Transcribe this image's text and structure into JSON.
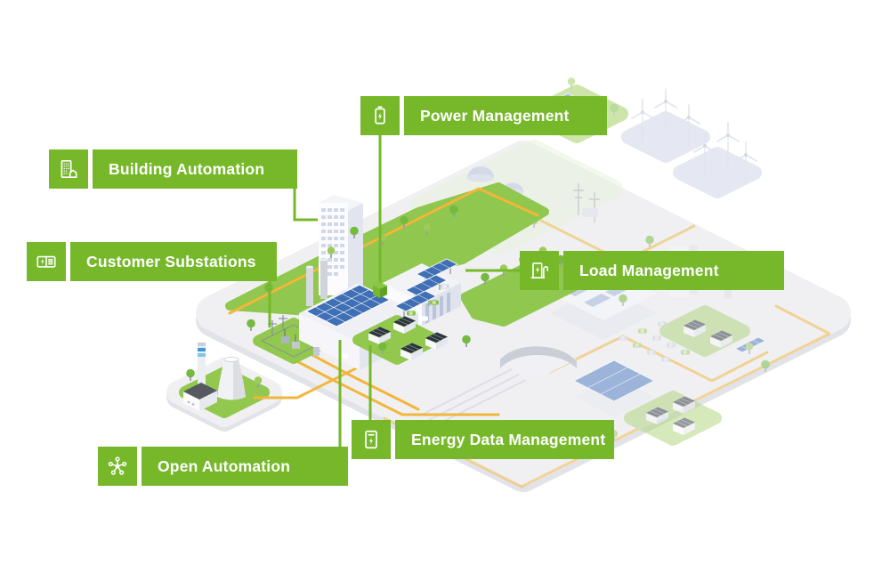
{
  "labels": {
    "power_management": {
      "text": "Power Management",
      "icon": "battery-charge-icon"
    },
    "building_automation": {
      "text": "Building Automation",
      "icon": "building-icon"
    },
    "customer_substations": {
      "text": "Customer Substations",
      "icon": "substation-meter-icon"
    },
    "load_management": {
      "text": "Load Management",
      "icon": "ev-charger-icon"
    },
    "energy_data_management": {
      "text": "Energy Data Management",
      "icon": "energy-meter-icon"
    },
    "open_automation": {
      "text": "Open Automation",
      "icon": "network-nodes-icon"
    }
  },
  "colors": {
    "label_green": "#76b82a",
    "connector_green": "#76b82a",
    "energy_line_yellow": "#f2b63c",
    "ground_green": "#93c84f",
    "platform_grey": "#f0f0f3",
    "solar_panel_blue": "#3f6fb5",
    "faded_opacity": "0.5"
  },
  "scene_elements": [
    "city-platform",
    "power-plant",
    "cooling-tower",
    "striped-chimney",
    "transmission-substation",
    "skyscraper",
    "factory-with-rooftop-solar",
    "ev-charging-carports",
    "solar-houses",
    "biogas-tanks",
    "solar-farm",
    "wind-turbines",
    "train-station",
    "railway-tracks",
    "commercial-buildings",
    "parking-lot-with-cars",
    "warehouse-with-solar-roof",
    "trees",
    "energy-grid-lines"
  ]
}
